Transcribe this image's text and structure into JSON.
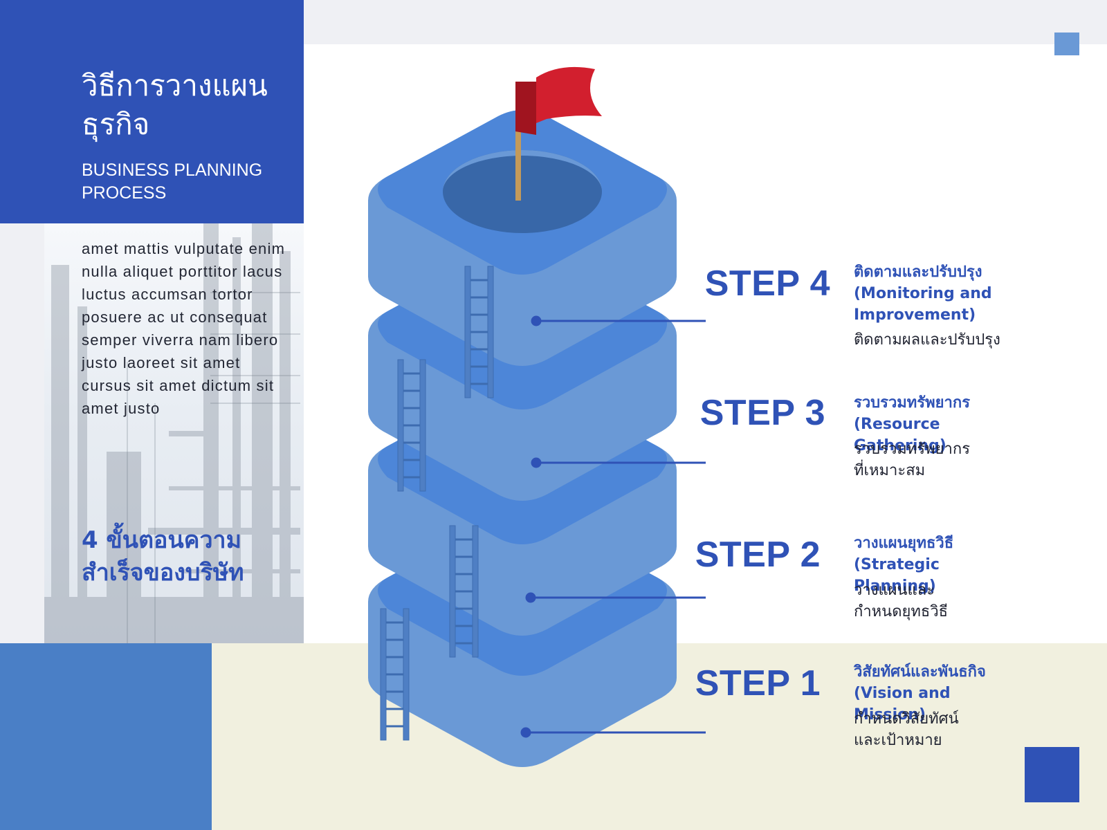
{
  "header": {
    "title_th": "วิธีการวางแผนธุรกิจ",
    "title_en": "BUSINESS PLANNING PROCESS"
  },
  "sidebar": {
    "body_text": "amet mattis vulputate enim nulla aliquet porttitor lacus luctus accumsan tortor posuere ac ut consequat semper viverra nam libero justo laoreet sit amet cursus sit amet dictum sit amet justo",
    "tagline": "4 ขั้นตอนความสำเร็จของบริษัท"
  },
  "steps": [
    {
      "label": "STEP 4",
      "title": "ติดตามและปรับปรุง (Monitoring and Improvement)",
      "desc": "ติดตามผลและปรับปรุง"
    },
    {
      "label": "STEP 3",
      "title": "รวบรวมทรัพยากร (Resource Gathering)",
      "desc": "รวบรวมทรัพยากรที่เหมาะสม"
    },
    {
      "label": "STEP 2",
      "title": "วางแผนยุทธวิธี (Strategic Planning)",
      "desc": "วางแผนและกำหนดยุทธวิธี"
    },
    {
      "label": "STEP 1",
      "title": "วิสัยทัศน์และพันธกิจ (Vision and Mission)",
      "desc": "กำหนดวิสัยทัศน์และเป้าหมาย"
    }
  ],
  "colors": {
    "primary_blue": "#2f52b6",
    "tower_blue": "#6a99d6",
    "flag_red": "#d21f2e",
    "cream": "#f1f0df"
  }
}
